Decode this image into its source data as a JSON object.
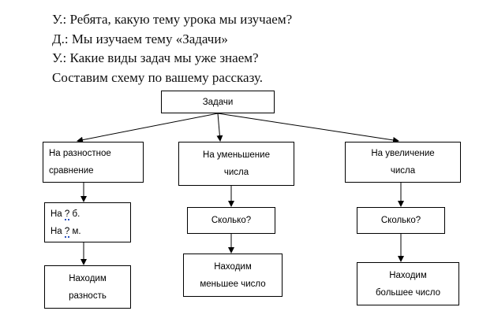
{
  "dialog": {
    "line1": "У.: Ребята, какую тему урока мы изучаем?",
    "line2": "Д.: Мы изучаем тему «Задачи»",
    "line3": "У.: Какие виды задач мы уже знаем?",
    "line4": "Составим схему по вашему рассказу."
  },
  "diagram": {
    "root": "Задачи",
    "branch1": {
      "title_line1": "На разностное",
      "title_line2": "сравнение",
      "q_line1_prefix": "На ",
      "q_line1_mark": "?",
      "q_line1_suffix": " б.",
      "q_line2_prefix": "На ",
      "q_line2_mark": "?",
      "q_line2_suffix": " м.",
      "result_line1": "Находим",
      "result_line2": "разность"
    },
    "branch2": {
      "title_line1": "На уменьшение",
      "title_line2": "числа",
      "question": "Сколько?",
      "result_line1": "Находим",
      "result_line2": "меньшее число"
    },
    "branch3": {
      "title_line1": "На увеличение",
      "title_line2": "числа",
      "question": "Сколько?",
      "result_line1": "Находим",
      "result_line2": "большее число"
    }
  }
}
